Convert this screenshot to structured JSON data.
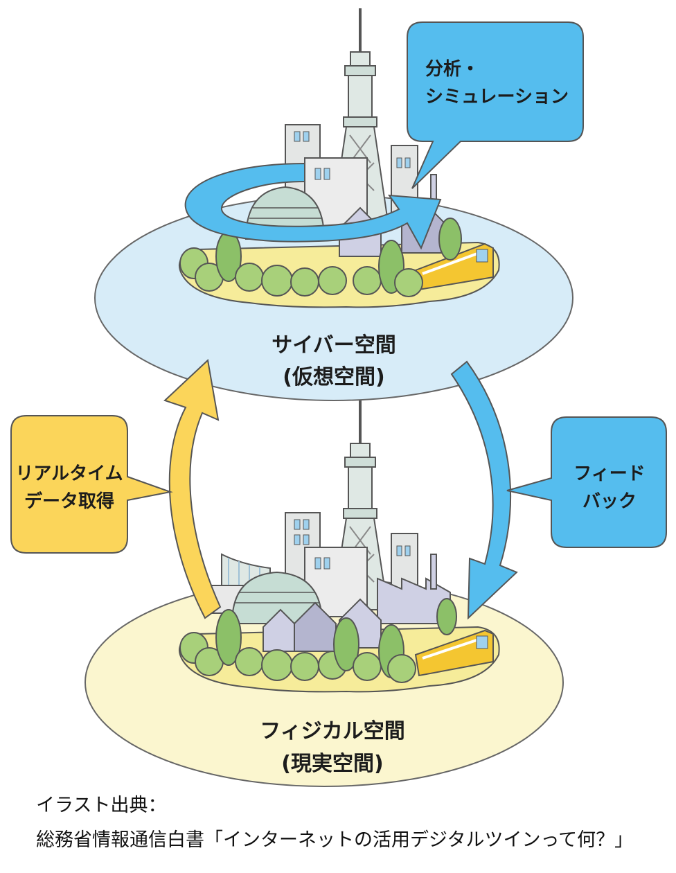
{
  "diagram": {
    "cyber_space": {
      "title": "サイバー空間",
      "subtitle": "(仮想空間)",
      "color": "#d7ecf8"
    },
    "physical_space": {
      "title": "フィジカル空間",
      "subtitle": "(現実空間)",
      "color": "#fbf6cf"
    },
    "analysis_callout": {
      "line1": "分析・",
      "line2": "シミュレーション",
      "color": "#55bdee"
    },
    "realtime_callout": {
      "line1": "リアルタイム",
      "line2": "データ取得",
      "color": "#fbd55a"
    },
    "feedback_callout": {
      "line1": "フィード",
      "line2": "バック",
      "color": "#55bdee"
    },
    "arrow_colors": {
      "cycle": "#55bdee",
      "feedback": "#55bdee",
      "realtime": "#fbd55a"
    }
  },
  "credit": {
    "line1": "イラスト出典：",
    "line2": "総務省情報通信白書「インターネットの活用デジタルツインって何？」"
  }
}
